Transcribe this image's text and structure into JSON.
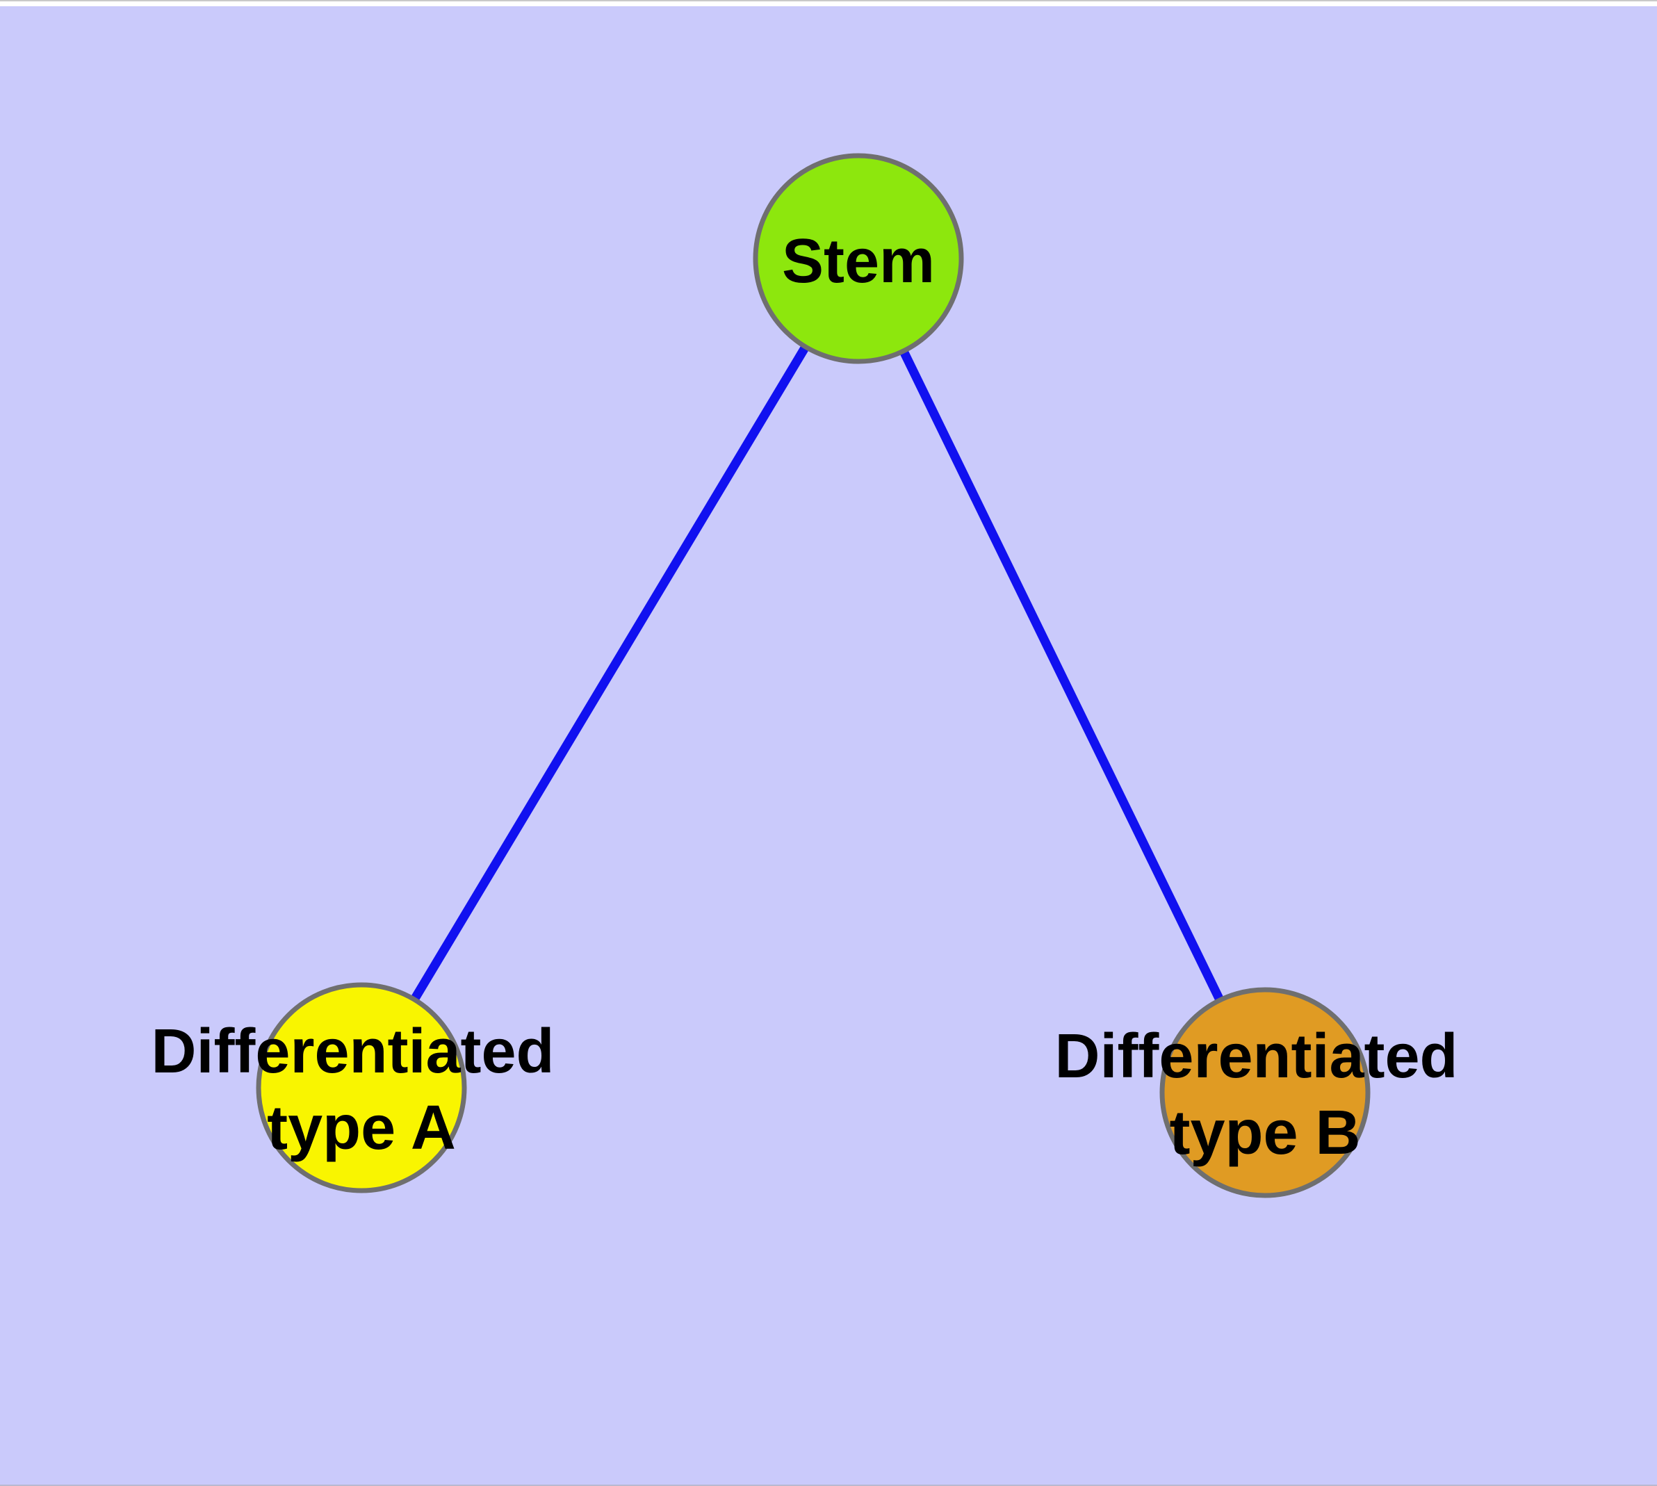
{
  "canvas": {
    "background": "#CACAFB"
  },
  "graph": {
    "style": {
      "edge_color": "#1111F0",
      "node_border_color": "#6F6F6F",
      "label_color": "#000000"
    },
    "nodes": [
      {
        "id": "stem",
        "label_lines": [
          "Stem"
        ],
        "fill": "#8DE70D"
      },
      {
        "id": "differentiated-type-a",
        "label_lines": [
          "Differentiated",
          "type A"
        ],
        "fill": "#F9F500"
      },
      {
        "id": "differentiated-type-b",
        "label_lines": [
          "Differentiated",
          "type B"
        ],
        "fill": "#E09B23"
      }
    ],
    "edges": [
      {
        "source": "stem",
        "target": "differentiated-type-a"
      },
      {
        "source": "stem",
        "target": "differentiated-type-b"
      }
    ]
  }
}
